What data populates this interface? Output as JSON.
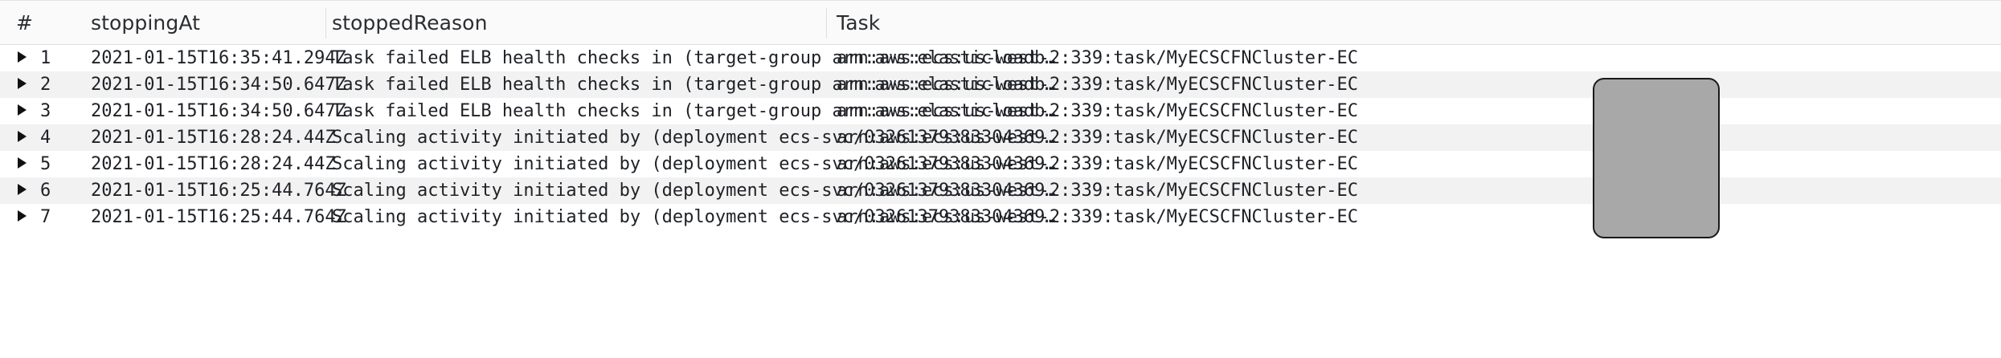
{
  "table": {
    "columns": [
      {
        "key": "index",
        "label": "#"
      },
      {
        "key": "time",
        "label": "stoppingAt"
      },
      {
        "key": "reason",
        "label": "stoppedReason"
      },
      {
        "key": "task",
        "label": "Task"
      }
    ],
    "caret_glyph": "expand-row-triangle",
    "rows": [
      {
        "index": "1",
        "time": "2021-01-15T16:35:41.294Z",
        "reason": "Task failed ELB health checks in (target-group arn:aws:elasticloadb…",
        "task": "arn:aws:ecs:us-west-2:339:task/MyECSCFNCluster-EC"
      },
      {
        "index": "2",
        "time": "2021-01-15T16:34:50.647Z",
        "reason": "Task failed ELB health checks in (target-group arn:aws:elasticloadb…",
        "task": "arn:aws:ecs:us-west-2:339:task/MyECSCFNCluster-EC"
      },
      {
        "index": "3",
        "time": "2021-01-15T16:34:50.647Z",
        "reason": "Task failed ELB health checks in (target-group arn:aws:elasticloadb…",
        "task": "arn:aws:ecs:us-west-2:339:task/MyECSCFNCluster-EC"
      },
      {
        "index": "4",
        "time": "2021-01-15T16:28:24.44Z",
        "reason": "Scaling activity initiated by (deployment ecs-svc/03261379383304369…",
        "task": "arn:aws:ecs:us-west-2:339:task/MyECSCFNCluster-EC"
      },
      {
        "index": "5",
        "time": "2021-01-15T16:28:24.44Z",
        "reason": "Scaling activity initiated by (deployment ecs-svc/03261379383304369…",
        "task": "arn:aws:ecs:us-west-2:339:task/MyECSCFNCluster-EC"
      },
      {
        "index": "6",
        "time": "2021-01-15T16:25:44.764Z",
        "reason": "Scaling activity initiated by (deployment ecs-svc/03261379383304369…",
        "task": "arn:aws:ecs:us-west-2:339:task/MyECSCFNCluster-EC"
      },
      {
        "index": "7",
        "time": "2021-01-15T16:25:44.764Z",
        "reason": "Scaling activity initiated by (deployment ecs-svc/03261379383304369…",
        "task": "arn:aws:ecs:us-west-2:339:task/MyECSCFNCluster-EC"
      }
    ]
  },
  "overlay": {
    "redaction_label": "redaction-box",
    "fill": "#a8a8a8",
    "border": "#1a1a1a"
  },
  "colors": {
    "row_bg": "#ffffff",
    "row_bg_alt": "#f2f2f2",
    "header_bg": "#fafafa",
    "text": "#1e2126",
    "header_text": "#2b2d31",
    "divider": "#dedede"
  }
}
